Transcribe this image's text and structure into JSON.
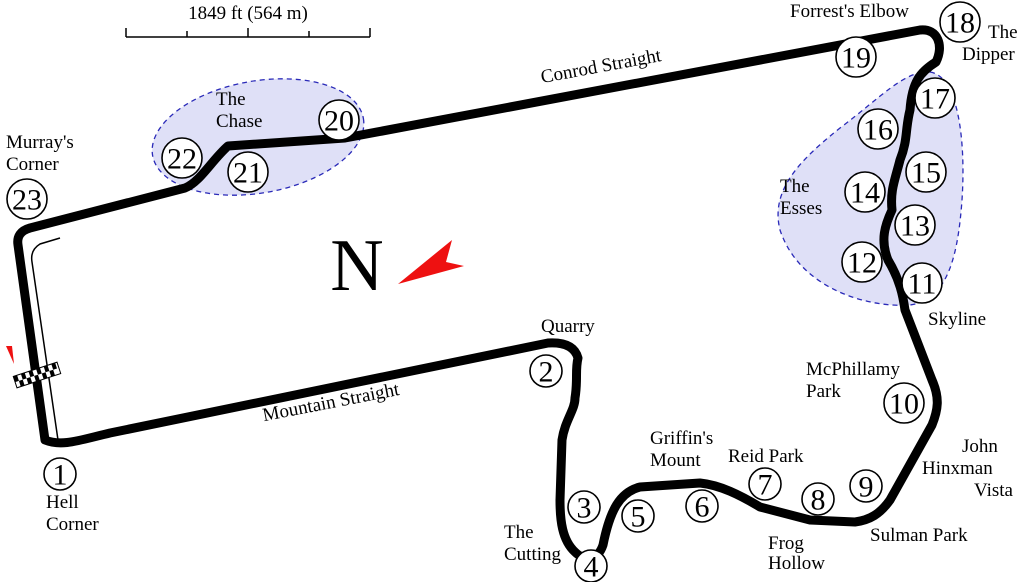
{
  "scale": {
    "label": "1849 ft (564 m)"
  },
  "north": {
    "letter": "N"
  },
  "straights": {
    "conrod": "Conrod Straight",
    "mountain": "Mountain Straight"
  },
  "places": {
    "murrays_corner": [
      "Murray's",
      "Corner"
    ],
    "the_chase": [
      "The",
      "Chase"
    ],
    "forrests_elbow": "Forrest's Elbow",
    "the_dipper": [
      "The",
      "Dipper"
    ],
    "the_esses": [
      "The",
      "Esses"
    ],
    "skyline": "Skyline",
    "mcphillamy_park": [
      "McPhillamy",
      "Park"
    ],
    "john_hinxman": [
      "John",
      "Hinxman",
      "Vista"
    ],
    "sulman_park": "Sulman Park",
    "frog_hollow": [
      "Frog",
      "Hollow"
    ],
    "reid_park": "Reid Park",
    "griffins_mount": [
      "Griffin's",
      "Mount"
    ],
    "the_cutting": [
      "The",
      "Cutting"
    ],
    "quarry": "Quarry",
    "hell_corner": [
      "Hell",
      "Corner"
    ]
  },
  "turns": [
    "1",
    "2",
    "3",
    "4",
    "5",
    "6",
    "7",
    "8",
    "9",
    "10",
    "11",
    "12",
    "13",
    "14",
    "15",
    "16",
    "17",
    "18",
    "19",
    "20",
    "21",
    "22",
    "23"
  ],
  "colors": {
    "track": "#000000",
    "zone_fill": "#dfe0f7",
    "zone_stroke": "#2a2ab8",
    "north_arrow": "#ee1111"
  }
}
